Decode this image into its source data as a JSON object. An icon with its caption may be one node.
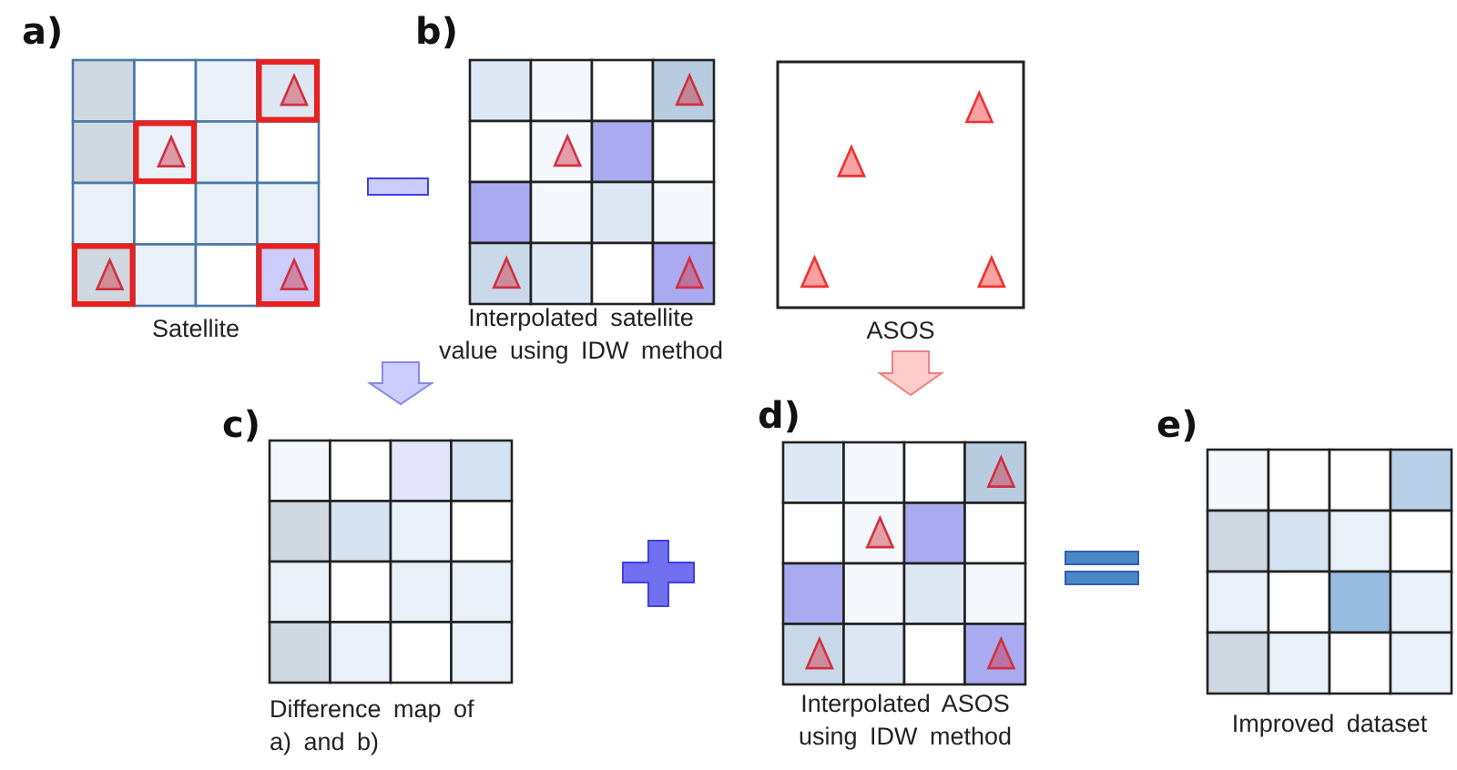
{
  "diagram": {
    "nodes": [
      {
        "text": [
          "a)",
          "Satellite"
        ]
      },
      {
        "text": [
          "b)",
          "Interpolated satellite value using IDW method"
        ]
      },
      {
        "text": [
          "ASOS"
        ]
      },
      {
        "text": [
          "c)",
          "Difference map of a) and b)"
        ]
      },
      {
        "text": [
          "d)",
          "Interpolated ASOS using IDW method"
        ]
      },
      {
        "text": [
          "e)",
          "Improved dataset"
        ]
      }
    ],
    "edges": [
      {
        "from": null,
        "to": 3,
        "arrow": "to",
        "color": "#ccccff"
      },
      {
        "from": 2,
        "to": 4,
        "arrow": "to",
        "color": "#ffcccc"
      }
    ]
  }
}
